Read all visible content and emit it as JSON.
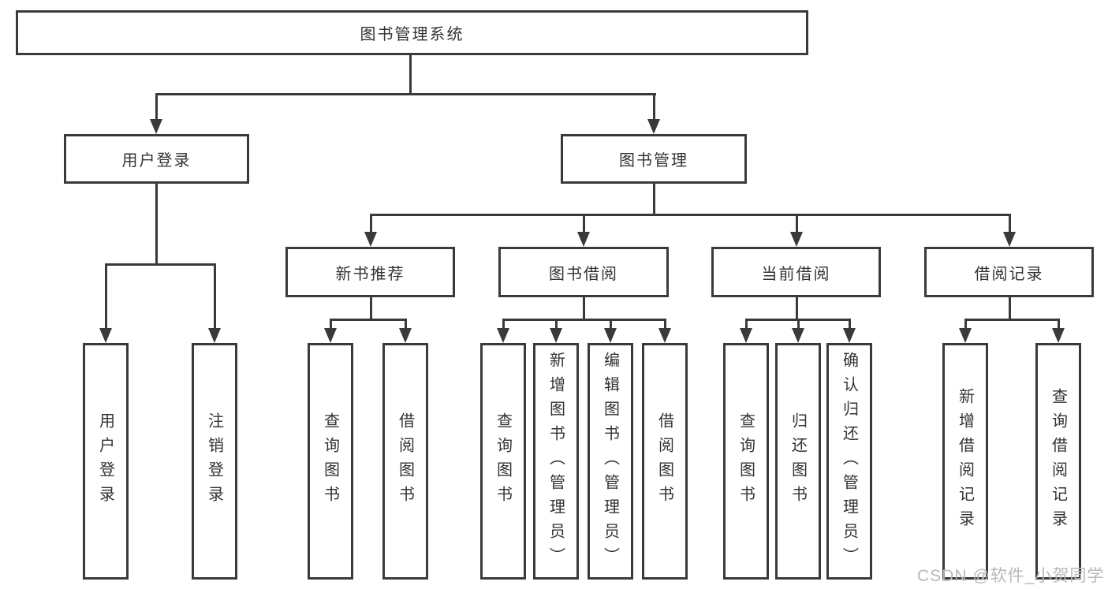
{
  "tree": {
    "label": "图书管理系统",
    "children": [
      {
        "label": "用户登录",
        "children": [
          {
            "label": "用户登录"
          },
          {
            "label": "注销登录"
          }
        ]
      },
      {
        "label": "图书管理",
        "children": [
          {
            "label": "新书推荐",
            "children": [
              {
                "label": "查询图书"
              },
              {
                "label": "借阅图书"
              }
            ]
          },
          {
            "label": "图书借阅",
            "children": [
              {
                "label": "查询图书"
              },
              {
                "label": "新增图书（管理员）"
              },
              {
                "label": "编辑图书（管理员）"
              },
              {
                "label": "借阅图书"
              }
            ]
          },
          {
            "label": "当前借阅",
            "children": [
              {
                "label": "查询图书"
              },
              {
                "label": "归还图书"
              },
              {
                "label": "确认归还（管理员）"
              }
            ]
          },
          {
            "label": "借阅记录",
            "children": [
              {
                "label": "新增借阅记录"
              },
              {
                "label": "查询借阅记录"
              }
            ]
          }
        ]
      }
    ]
  },
  "watermark": "CSDN @软件_小贺同学",
  "colors": {
    "line": "#3a3a3a",
    "text": "#333333",
    "watermark": "#b9b9b9"
  }
}
